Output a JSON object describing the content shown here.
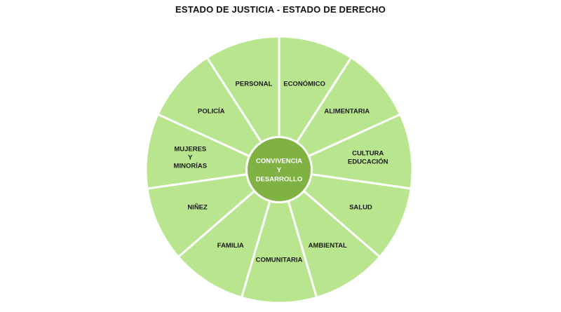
{
  "title": "ESTADO DE JUSTICIA - ESTADO DE DERECHO",
  "center": {
    "lines": [
      "CONVIVENCIA",
      "Y",
      "DESARROLLO"
    ]
  },
  "segments": [
    {
      "lines": [
        "ECONÓMICO"
      ]
    },
    {
      "lines": [
        "ALIMENTARIA"
      ]
    },
    {
      "lines": [
        "CULTURA",
        "EDUCACIÓN"
      ]
    },
    {
      "lines": [
        "SALUD"
      ]
    },
    {
      "lines": [
        "AMBIENTAL"
      ]
    },
    {
      "lines": [
        "COMUNITARIA"
      ]
    },
    {
      "lines": [
        "FAMILIA"
      ]
    },
    {
      "lines": [
        "NIÑEZ"
      ]
    },
    {
      "lines": [
        "MUJERES",
        "Y",
        "MINORÍAS"
      ]
    },
    {
      "lines": [
        "POLICÍA"
      ]
    },
    {
      "lines": [
        "PERSONAL"
      ]
    }
  ],
  "colors": {
    "segment_fill": "#b9e58f",
    "divider": "#ffffff",
    "center_fill": "#7fb243"
  }
}
